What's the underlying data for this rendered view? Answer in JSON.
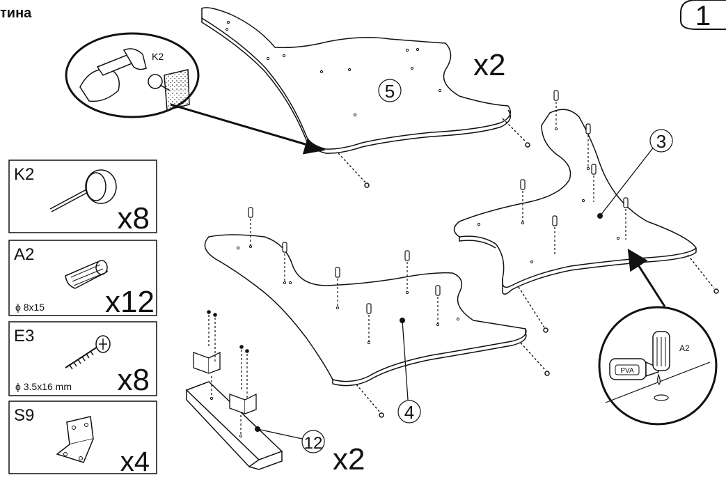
{
  "header": {
    "title": "тина",
    "step_number": "1"
  },
  "parts": [
    {
      "code": "K2",
      "qty": "x8",
      "size": ""
    },
    {
      "code": "A2",
      "qty": "x12",
      "size": "ϕ 8x15"
    },
    {
      "code": "E3",
      "qty": "x8",
      "size": "ϕ 3.5x16 mm"
    },
    {
      "code": "S9",
      "qty": "x4",
      "size": ""
    }
  ],
  "callouts": {
    "hammer_code": "K2",
    "glue_label": "PVA",
    "dowel_code": "A2"
  },
  "panels": {
    "top_number": "5",
    "top_qty": "x2",
    "right_number": "3",
    "middle_number": "4",
    "base_number": "12",
    "base_qty": "x2"
  }
}
